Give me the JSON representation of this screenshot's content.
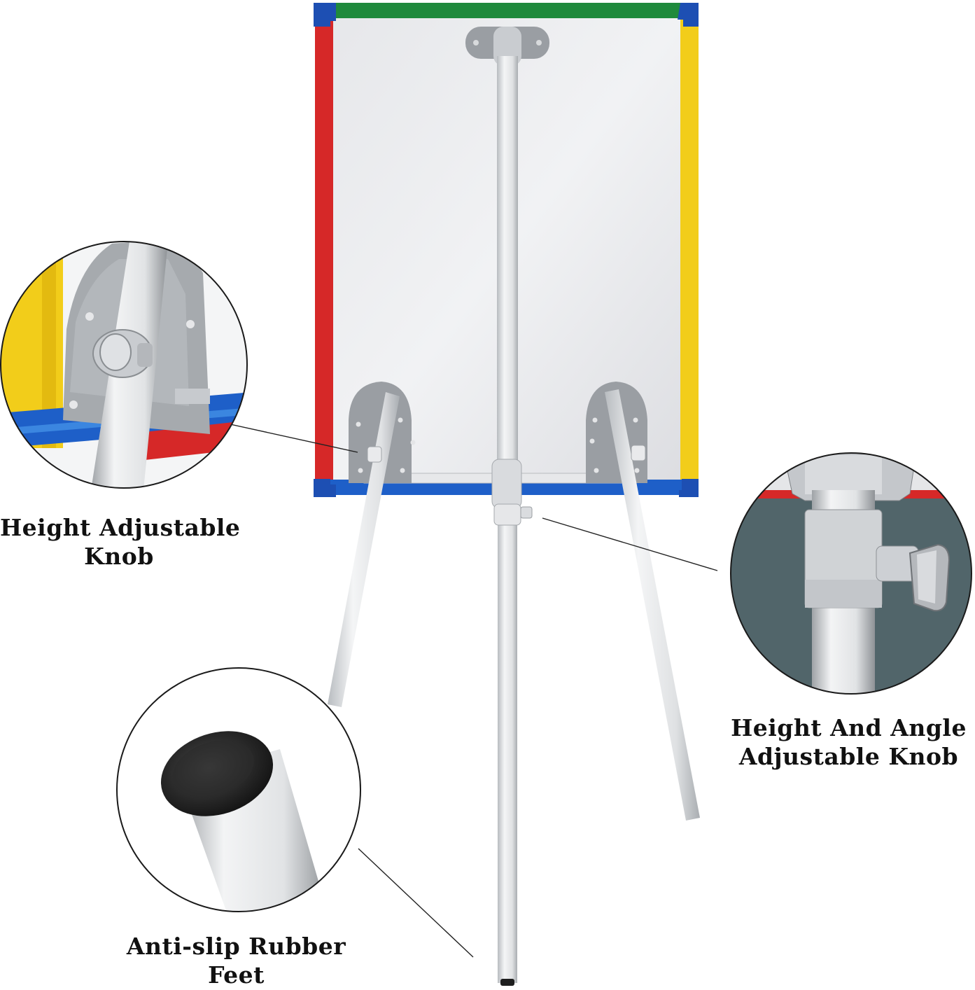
{
  "callouts": {
    "height_knob": {
      "line1": "Height Adjustable",
      "line2": "Knob"
    },
    "angle_knob": {
      "line1": "Height And Angle",
      "line2": "Adjustable Knob"
    },
    "feet": {
      "line1": "Anti-slip Rubber",
      "line2": "Feet"
    }
  },
  "colors": {
    "frame_green": "#1f8a3c",
    "frame_red": "#d62828",
    "frame_yellow": "#f2cd1a",
    "frame_blue": "#1e5fc8",
    "board_white": "#ecedf0",
    "pole_grey": "#e2e4e6",
    "bracket_grey": "#9a9ea3",
    "teal_background": "#51656a",
    "rubber_black": "#1e1e1e"
  }
}
